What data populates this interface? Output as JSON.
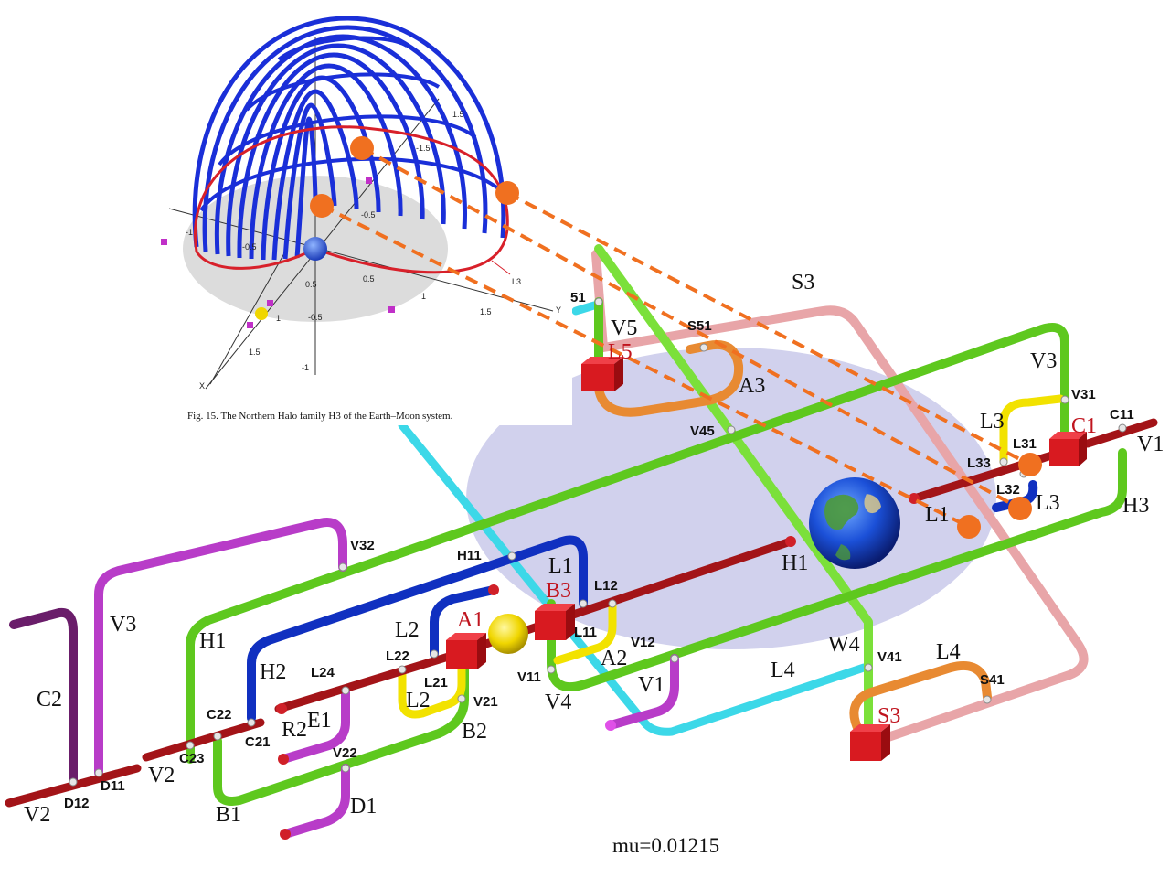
{
  "footer": {
    "mu": "mu=0.01215"
  },
  "inset": {
    "caption": "Fig. 15.   The Northern Halo family H3 of the Earth–Moon system.",
    "curve_label": "L3",
    "axis_labels": {
      "x": "X",
      "y": "Y"
    },
    "ticks": [
      "-1",
      "-0.5",
      "0.5",
      "1",
      "1.5",
      "-1.5",
      "-0.5",
      "0.5",
      "1",
      "1.5",
      "-0.5",
      "-1",
      "1.5"
    ]
  },
  "labels": {
    "serif": [
      "S3",
      "V3",
      "V5",
      "L5",
      "A3",
      "L3",
      "C1",
      "V1",
      "H3",
      "L3",
      "L1",
      "H1",
      "L1",
      "B3",
      "V3",
      "H1",
      "H2",
      "L2",
      "A1",
      "A2",
      "L2",
      "R2",
      "E1",
      "C2",
      "V2",
      "B2",
      "D1",
      "V2",
      "B1",
      "V1",
      "V4",
      "W4",
      "L4",
      "L4",
      "S3"
    ],
    "sans": [
      "51",
      "S51",
      "V31",
      "C11",
      "L31",
      "L33",
      "L32",
      "V45",
      "V32",
      "H11",
      "L12",
      "L11",
      "L22",
      "L21",
      "V21",
      "L24",
      "C22",
      "C21",
      "C23",
      "V22",
      "D11",
      "D12",
      "V11",
      "V12",
      "V41",
      "S41"
    ]
  },
  "colors": {
    "green": "#5ec81e",
    "pink": "#e8a5a8",
    "blue": "#1030c0",
    "cyan": "#3cd8e8",
    "magenta": "#b83cc8",
    "purple": "#6a1d6a",
    "red": "#a31418",
    "orange": "#e88a32",
    "yellow": "#f2e200",
    "halo_blue": "#1a2fd8",
    "marker": "#f07020"
  }
}
